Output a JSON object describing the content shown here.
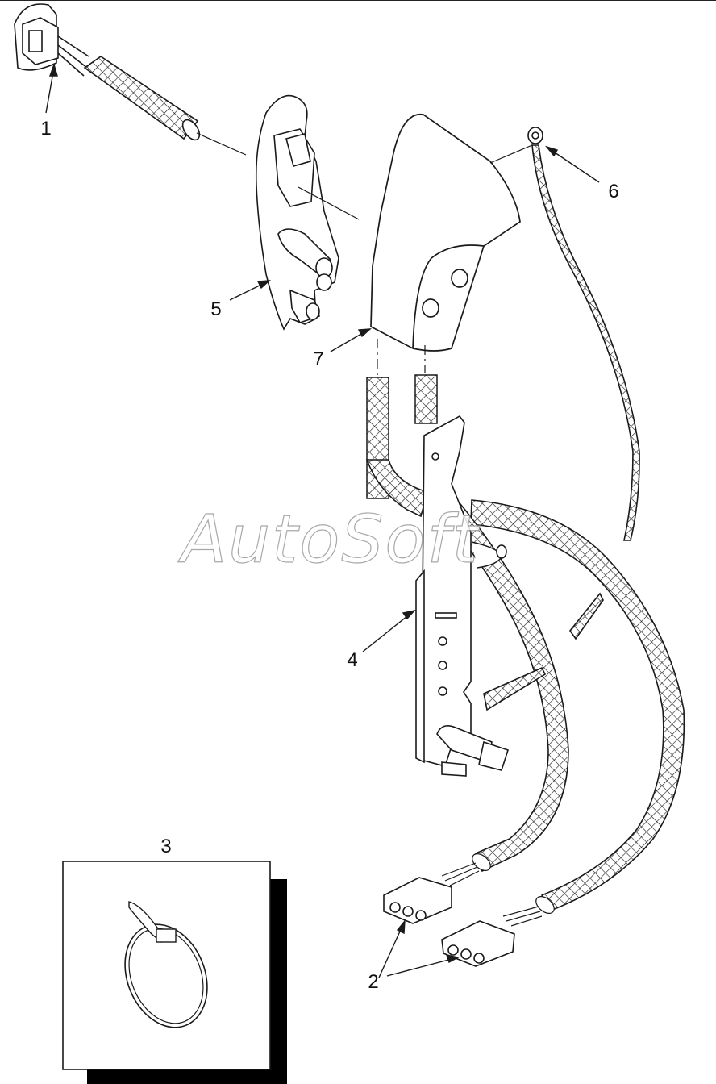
{
  "diagram": {
    "callouts": [
      {
        "id": "1",
        "label": "1"
      },
      {
        "id": "2",
        "label": "2"
      },
      {
        "id": "3",
        "label": "3"
      },
      {
        "id": "4",
        "label": "4"
      },
      {
        "id": "5",
        "label": "5"
      },
      {
        "id": "6",
        "label": "6"
      },
      {
        "id": "7",
        "label": "7"
      }
    ],
    "watermark": "AutoSoft",
    "colors": {
      "line": "#1a1a1a",
      "fill": "#ffffff",
      "shadow": "#000000",
      "watermark": "#9a9a9a"
    }
  }
}
